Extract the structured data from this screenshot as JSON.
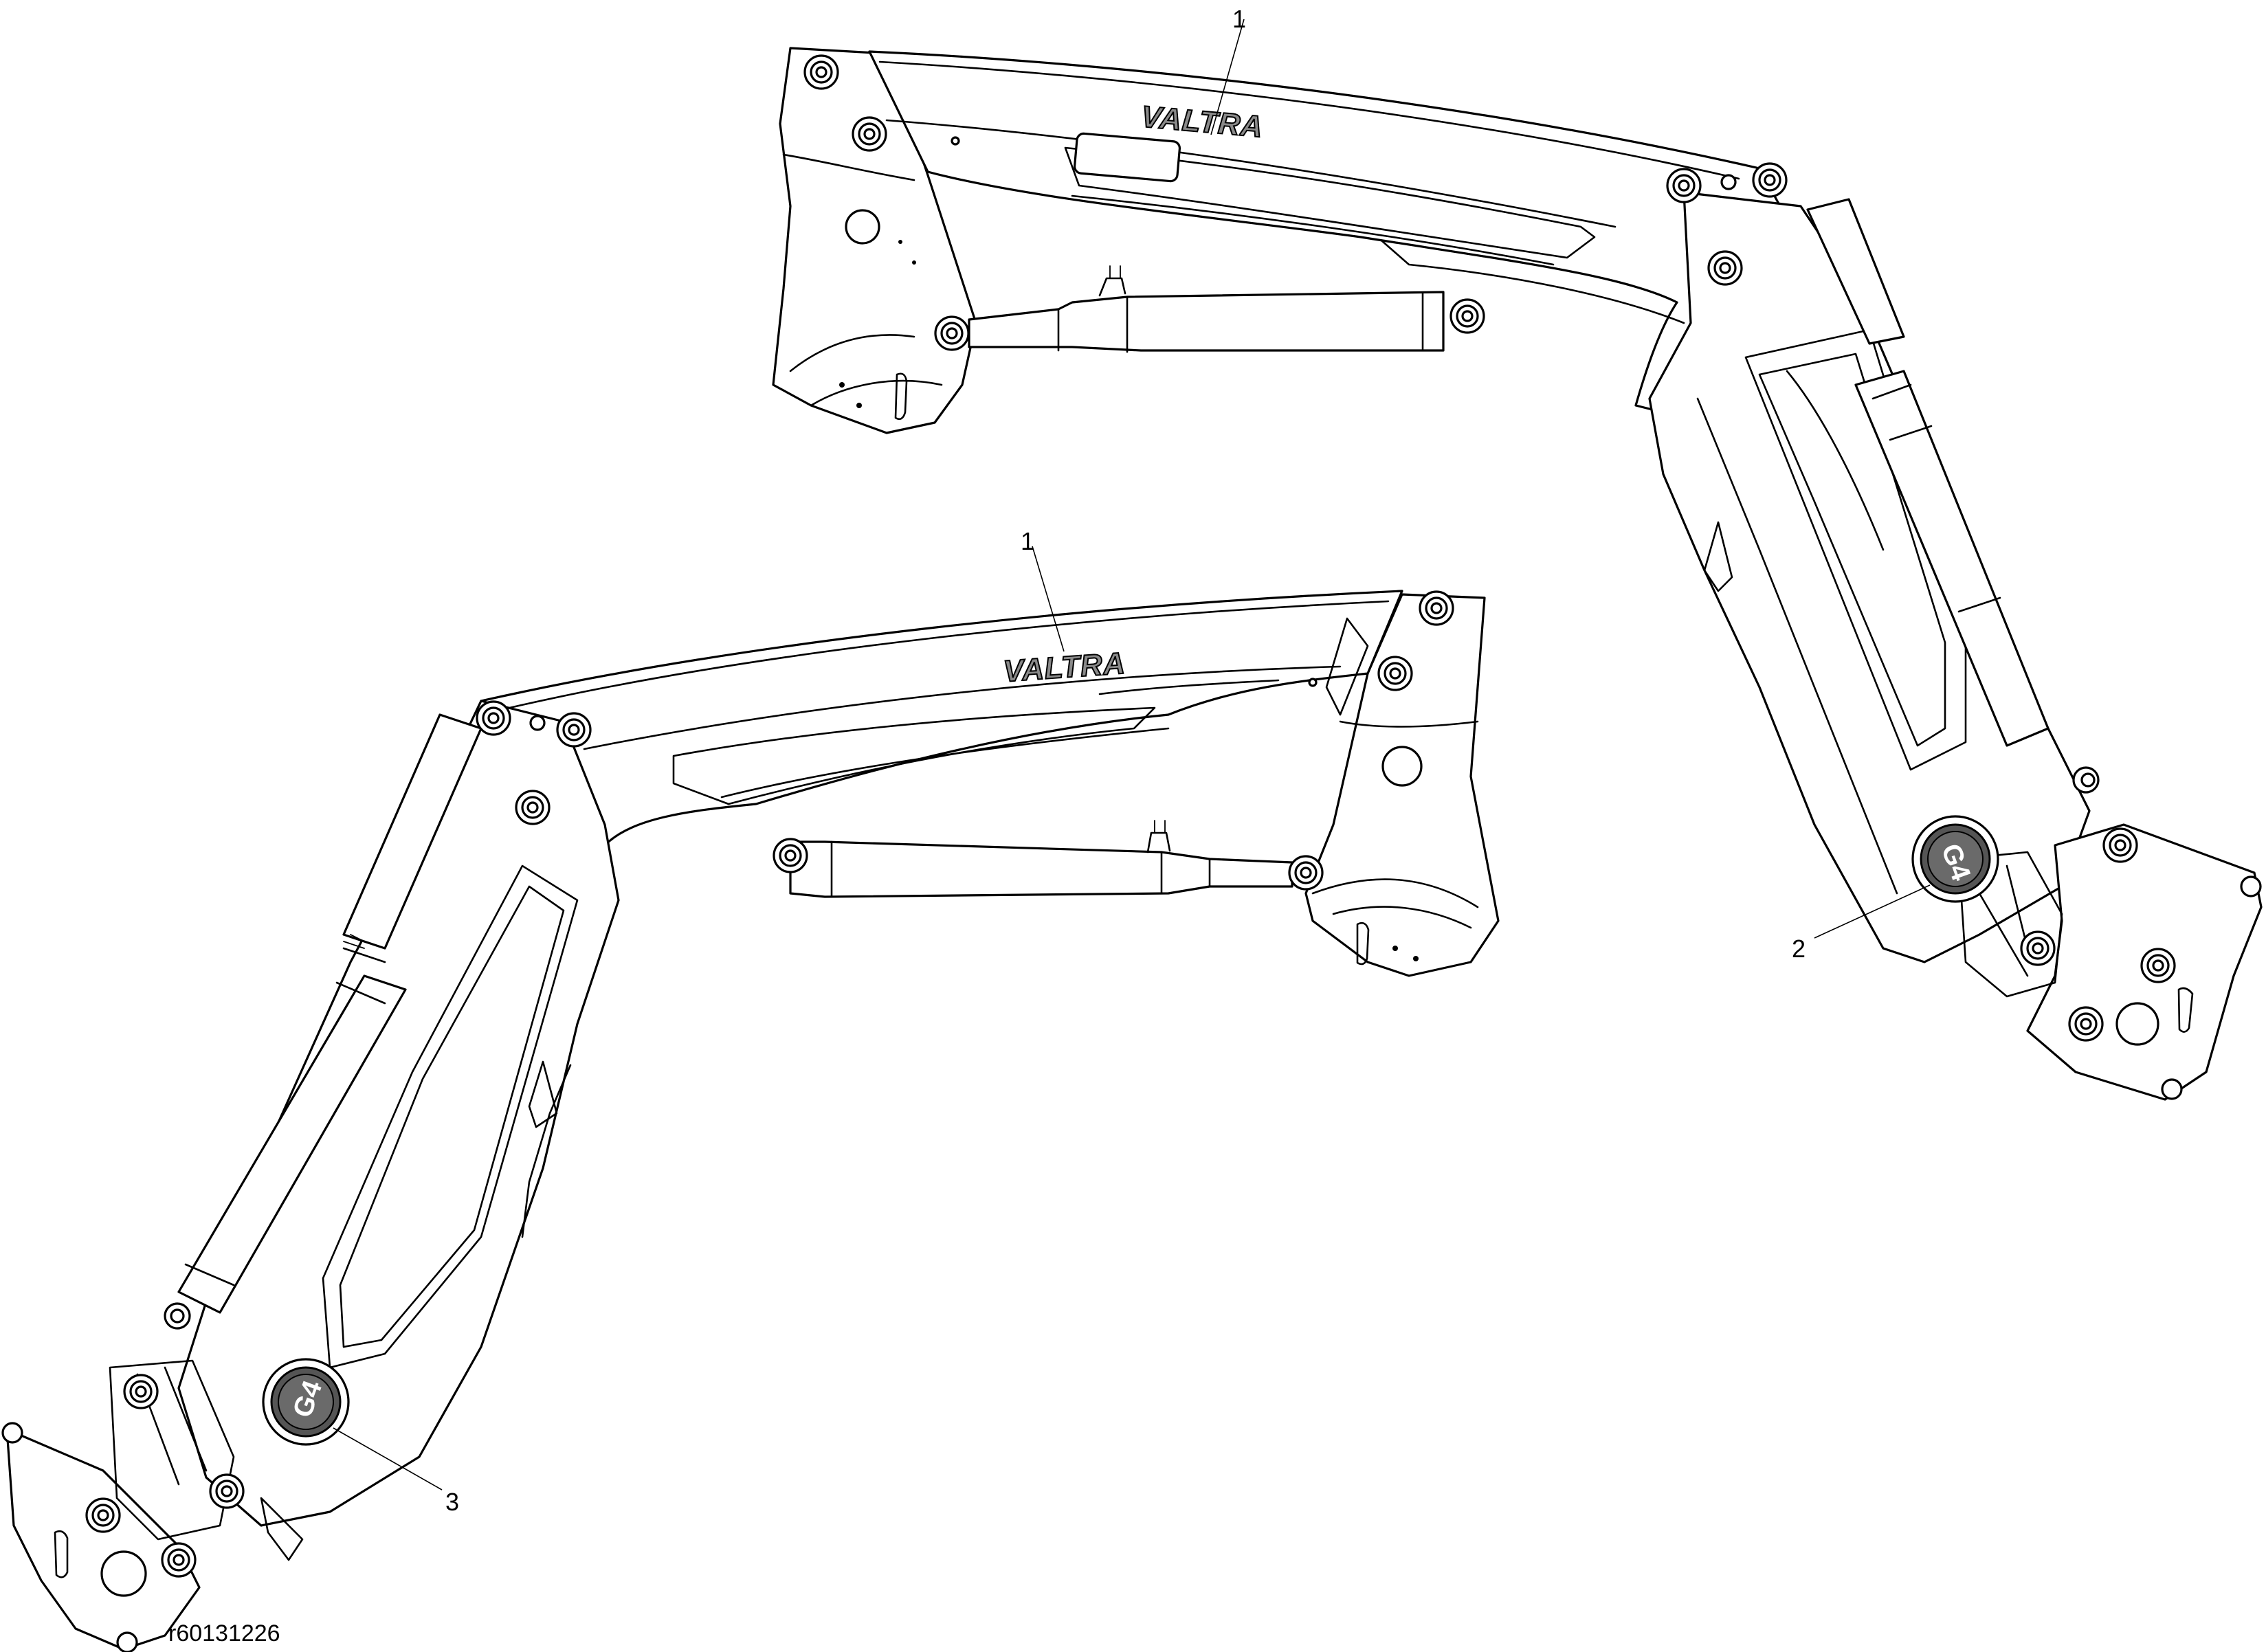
{
  "figure_ref": "r60131226",
  "callouts": [
    {
      "id": "c1a",
      "label": "1"
    },
    {
      "id": "c1b",
      "label": "1"
    },
    {
      "id": "c2",
      "label": "2"
    },
    {
      "id": "c3",
      "label": "3"
    }
  ],
  "decals": {
    "brand_text": "VALTRA",
    "model_text": "G4"
  }
}
